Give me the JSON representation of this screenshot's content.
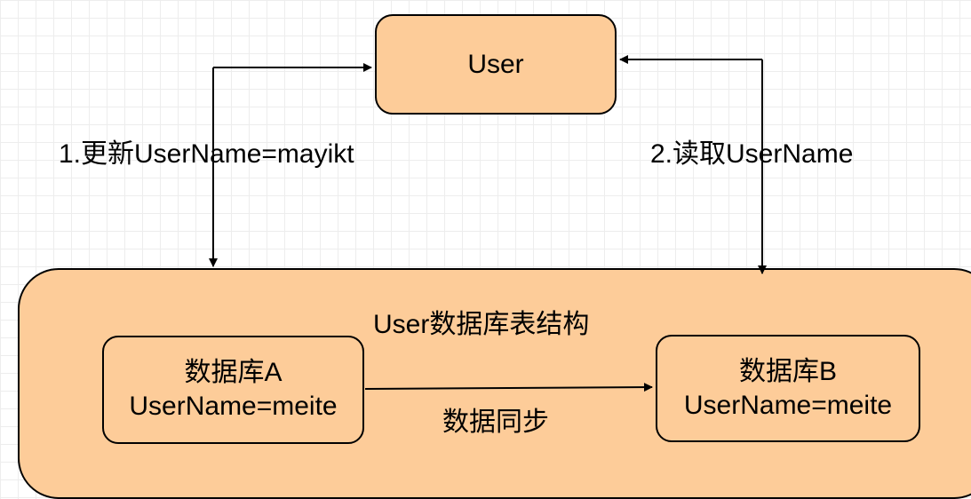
{
  "colors": {
    "box_fill": "#fdcc99",
    "stroke": "#000000",
    "grid": "#ededed"
  },
  "user_box": {
    "label": "User"
  },
  "edges": {
    "update_label": "1.更新UserName=mayikt",
    "read_label": "2.读取UserName",
    "sync_label": "数据同步"
  },
  "container": {
    "title": "User数据库表结构"
  },
  "db_a": {
    "name": "数据库A",
    "value": "UserName=meite"
  },
  "db_b": {
    "name": "数据库B",
    "value": "UserName=meite"
  }
}
